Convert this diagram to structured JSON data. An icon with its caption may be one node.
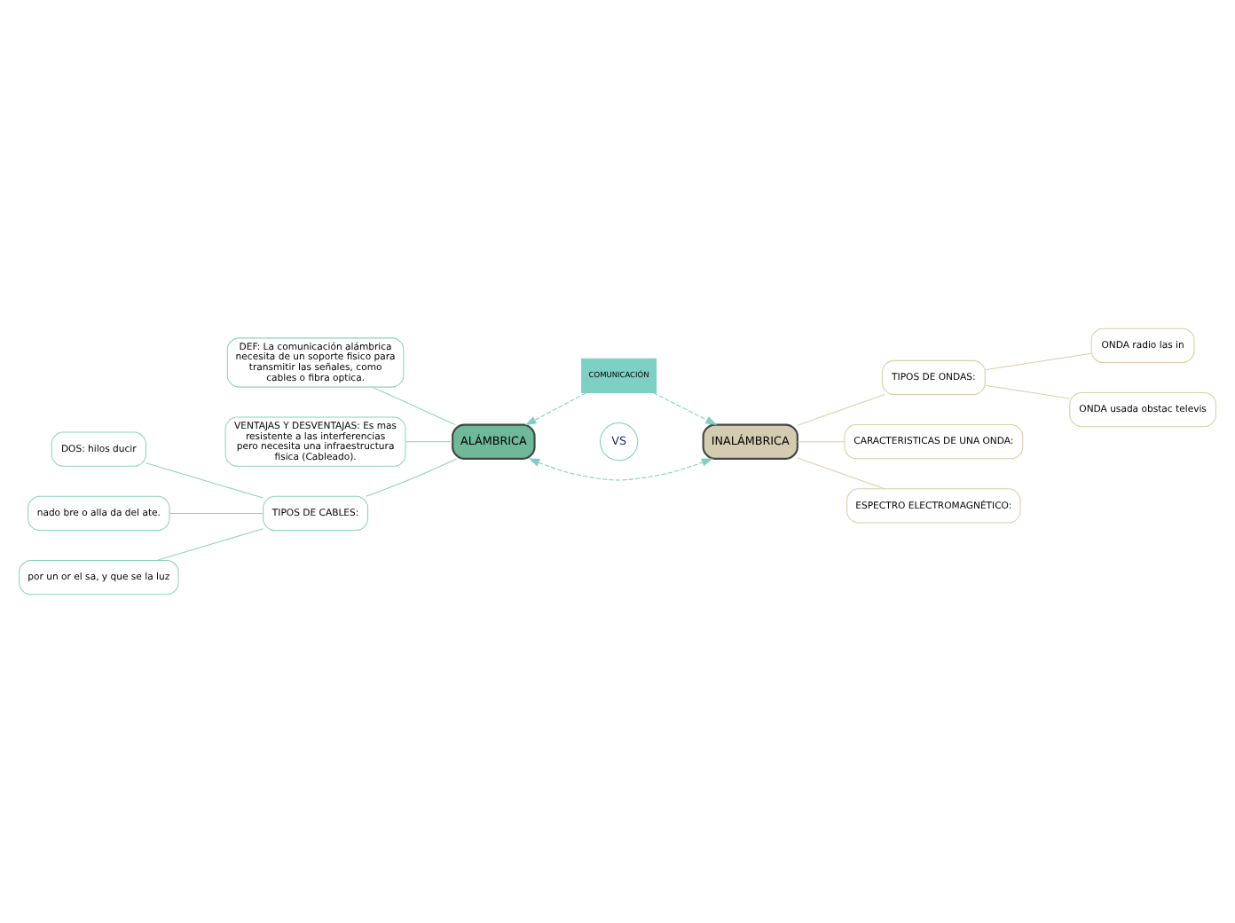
{
  "diagram": {
    "nodes": [
      {
        "text": [
          "COMUNICACIÓN"
        ]
      },
      {
        "text": [
          "ALÁMBRICA"
        ]
      },
      {
        "text": [
          "VS"
        ]
      },
      {
        "text": [
          "INALÁMBRICA"
        ]
      },
      {
        "text": [
          "DEF: La comunicación alámbrica necesita de un soporte fisico para transmitir las señales, como cables o fibra optica."
        ]
      },
      {
        "text": [
          "VENTAJAS Y DESVENTAJAS: Es mas resistente a las interferencias pero necesita una infraestructura fisica (Cableado)."
        ]
      },
      {
        "text": [
          "TIPOS DE CABLES:"
        ]
      },
      {
        "text": [
          "DOS: hilos ducir"
        ]
      },
      {
        "text": [
          "nado bre o alla da del ate."
        ]
      },
      {
        "text": [
          "por un or el sa, y que se la luz"
        ]
      },
      {
        "text": [
          "TIPOS DE ONDAS:"
        ]
      },
      {
        "text": [
          "ONDA radio las in"
        ]
      },
      {
        "text": [
          "ONDA usada obstac televis"
        ]
      },
      {
        "text": [
          "CARACTERISTICAS DE UNA ONDA:"
        ]
      },
      {
        "text": [
          "ESPECTRO ELECTROMAGNÉTICO:"
        ]
      }
    ],
    "edges": [
      {
        "from": 0,
        "to": 1,
        "arrow": "to",
        "style": "dashed",
        "color": "#7ecfc4"
      },
      {
        "from": 0,
        "to": 3,
        "arrow": "to",
        "style": "dashed",
        "color": "#7ecfc4"
      },
      {
        "from": 1,
        "to": 3,
        "arrow": "both",
        "style": "dashed",
        "color": "#7ecfc4"
      },
      {
        "from": 4,
        "to": 1,
        "arrow": "none"
      },
      {
        "from": 5,
        "to": 1,
        "arrow": "none"
      },
      {
        "from": 6,
        "to": 1,
        "arrow": "none"
      },
      {
        "from": 7,
        "to": 6,
        "arrow": "none"
      },
      {
        "from": 8,
        "to": 6,
        "arrow": "none"
      },
      {
        "from": 9,
        "to": 6,
        "arrow": "none"
      },
      {
        "from": 3,
        "to": 10,
        "arrow": "none",
        "color": "#d8cfa8"
      },
      {
        "from": 3,
        "to": 13,
        "arrow": "none",
        "color": "#d8cfa8"
      },
      {
        "from": 3,
        "to": 14,
        "arrow": "none",
        "color": "#d8cfa8"
      },
      {
        "from": 10,
        "to": 11,
        "arrow": "none",
        "color": "#d8cfa8"
      },
      {
        "from": 10,
        "to": 12,
        "arrow": "none",
        "color": "#d8cfa8"
      }
    ]
  }
}
